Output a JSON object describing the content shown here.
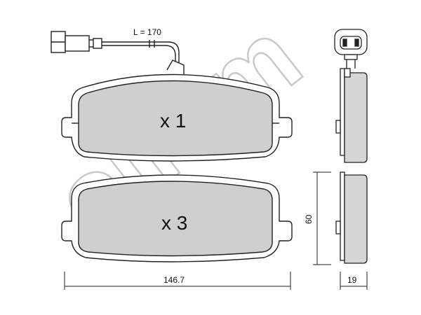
{
  "watermark": "cifam",
  "sensor_wire": {
    "length_label": "L = 170"
  },
  "pads": [
    {
      "quantity_label": "x 1"
    },
    {
      "quantity_label": "x 3"
    }
  ],
  "dimensions": {
    "width_label": "146.7",
    "height_label": "60",
    "thickness_label": "19"
  },
  "colors": {
    "pad_fill": "#cfcfcf",
    "side_fill": "#d6d6d6",
    "outline": "#222222",
    "watermark": "#c9c9c9"
  }
}
